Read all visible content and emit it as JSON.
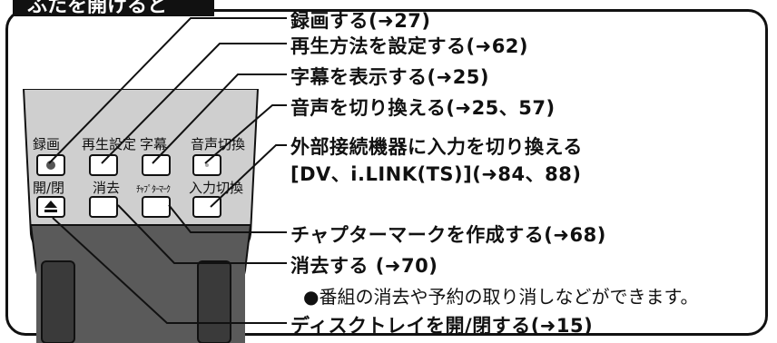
{
  "header_title": "ふたを開けると",
  "remote_buttons": {
    "record": {
      "label": "録画",
      "icon": "record-dot-icon"
    },
    "playback_settings": {
      "label": "再生設定"
    },
    "subtitle": {
      "label": "字幕"
    },
    "audio_switch": {
      "label": "音声切換"
    },
    "open_close": {
      "label": "開/閉",
      "icon": "eject-icon"
    },
    "delete": {
      "label": "消去"
    },
    "chapter_mark": {
      "label": "ﾁｬﾌﾟﾀｰﾏｰｸ"
    },
    "input_switch": {
      "label": "入力切換"
    }
  },
  "callouts": [
    {
      "id": "record",
      "text": "録画する(➜27)"
    },
    {
      "id": "playback",
      "text": "再生方法を設定する(➜62)"
    },
    {
      "id": "subtitle",
      "text": "字幕を表示する(➜25)"
    },
    {
      "id": "audio",
      "text": "音声を切り換える(➜25、57)"
    },
    {
      "id": "input_line1",
      "text": "外部接続機器に入力を切り換える"
    },
    {
      "id": "input_line2",
      "text": "[DV、i.LINK(TS)](➜84、88)"
    },
    {
      "id": "chapter",
      "text": "チャプターマークを作成する(➜68)"
    },
    {
      "id": "delete",
      "text": "消去する (➜70)"
    },
    {
      "id": "disc_tray",
      "text": "ディスクトレイを開/閉する(➜15)"
    }
  ],
  "note": "●番組の消去や予約の取り消しなどができます。"
}
